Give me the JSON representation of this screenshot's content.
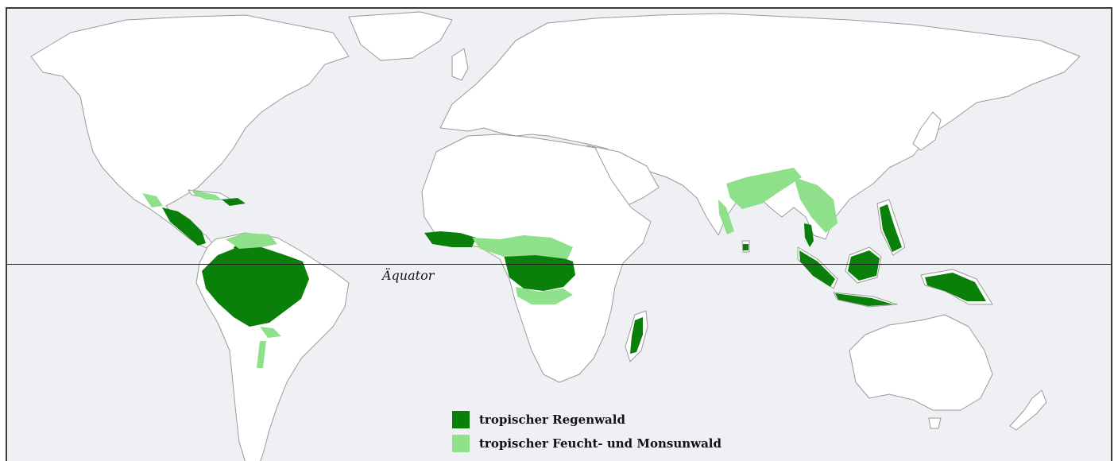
{
  "map": {
    "colors": {
      "ocean": "#eef0f3",
      "land": "#ffffff",
      "border": "#9a9a9a",
      "rainforest": "#0a7f0a",
      "monsoon_forest": "#8fe08a"
    }
  },
  "equator": {
    "label": "Äquator"
  },
  "legend": {
    "items": [
      {
        "label": "tropischer Regenwald",
        "color": "#0a7f0a"
      },
      {
        "label": "tropischer Feucht- und Monsunwald",
        "color": "#8fe08a"
      }
    ]
  }
}
